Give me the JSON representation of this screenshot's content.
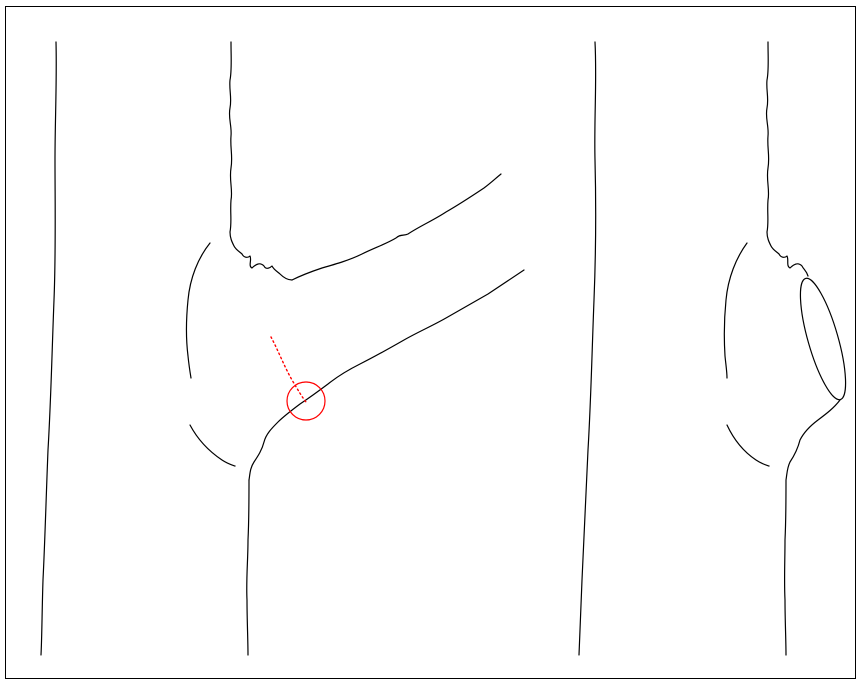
{
  "figure": {
    "panels": [
      {
        "id": "before-cut",
        "trunk": "main-stem",
        "branch": "side-branch",
        "marker": "circle",
        "marker_color": "#ff0000"
      },
      {
        "id": "after-cut",
        "trunk": "main-stem",
        "wound": "ellipse"
      }
    ],
    "colors": {
      "line": "#000000",
      "highlight": "#ff0000",
      "background": "#ffffff"
    }
  }
}
